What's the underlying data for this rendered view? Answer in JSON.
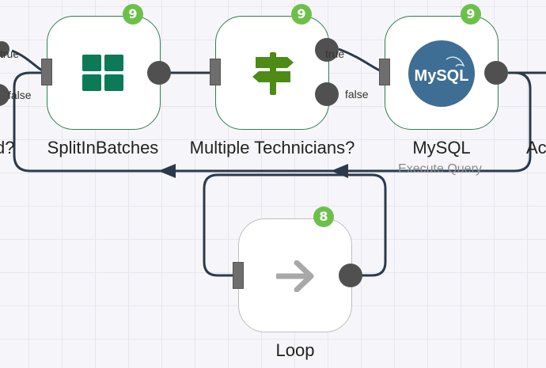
{
  "edge_color": "#2b3a4a",
  "badge_color": "#6cc04a",
  "nodes": {
    "split": {
      "label": "SplitInBatches",
      "badge": "9",
      "icon": "split-in-batches-icon"
    },
    "multi": {
      "label": "Multiple Technicians?",
      "badge": "9",
      "icon": "signpost-icon"
    },
    "mysql": {
      "label": "MySQL",
      "sublabel": "Execute Query",
      "badge": "9",
      "icon": "mysql-logo-icon",
      "icon_text": "MySQL"
    },
    "loop": {
      "label": "Loop",
      "badge": "8",
      "icon": "arrow-right-icon"
    }
  },
  "edge_labels": {
    "left_true": "true",
    "left_false": "false",
    "multi_true": "true",
    "multi_false": "false"
  },
  "cutoff": {
    "left_label": "d?",
    "right_label": "Ac"
  }
}
